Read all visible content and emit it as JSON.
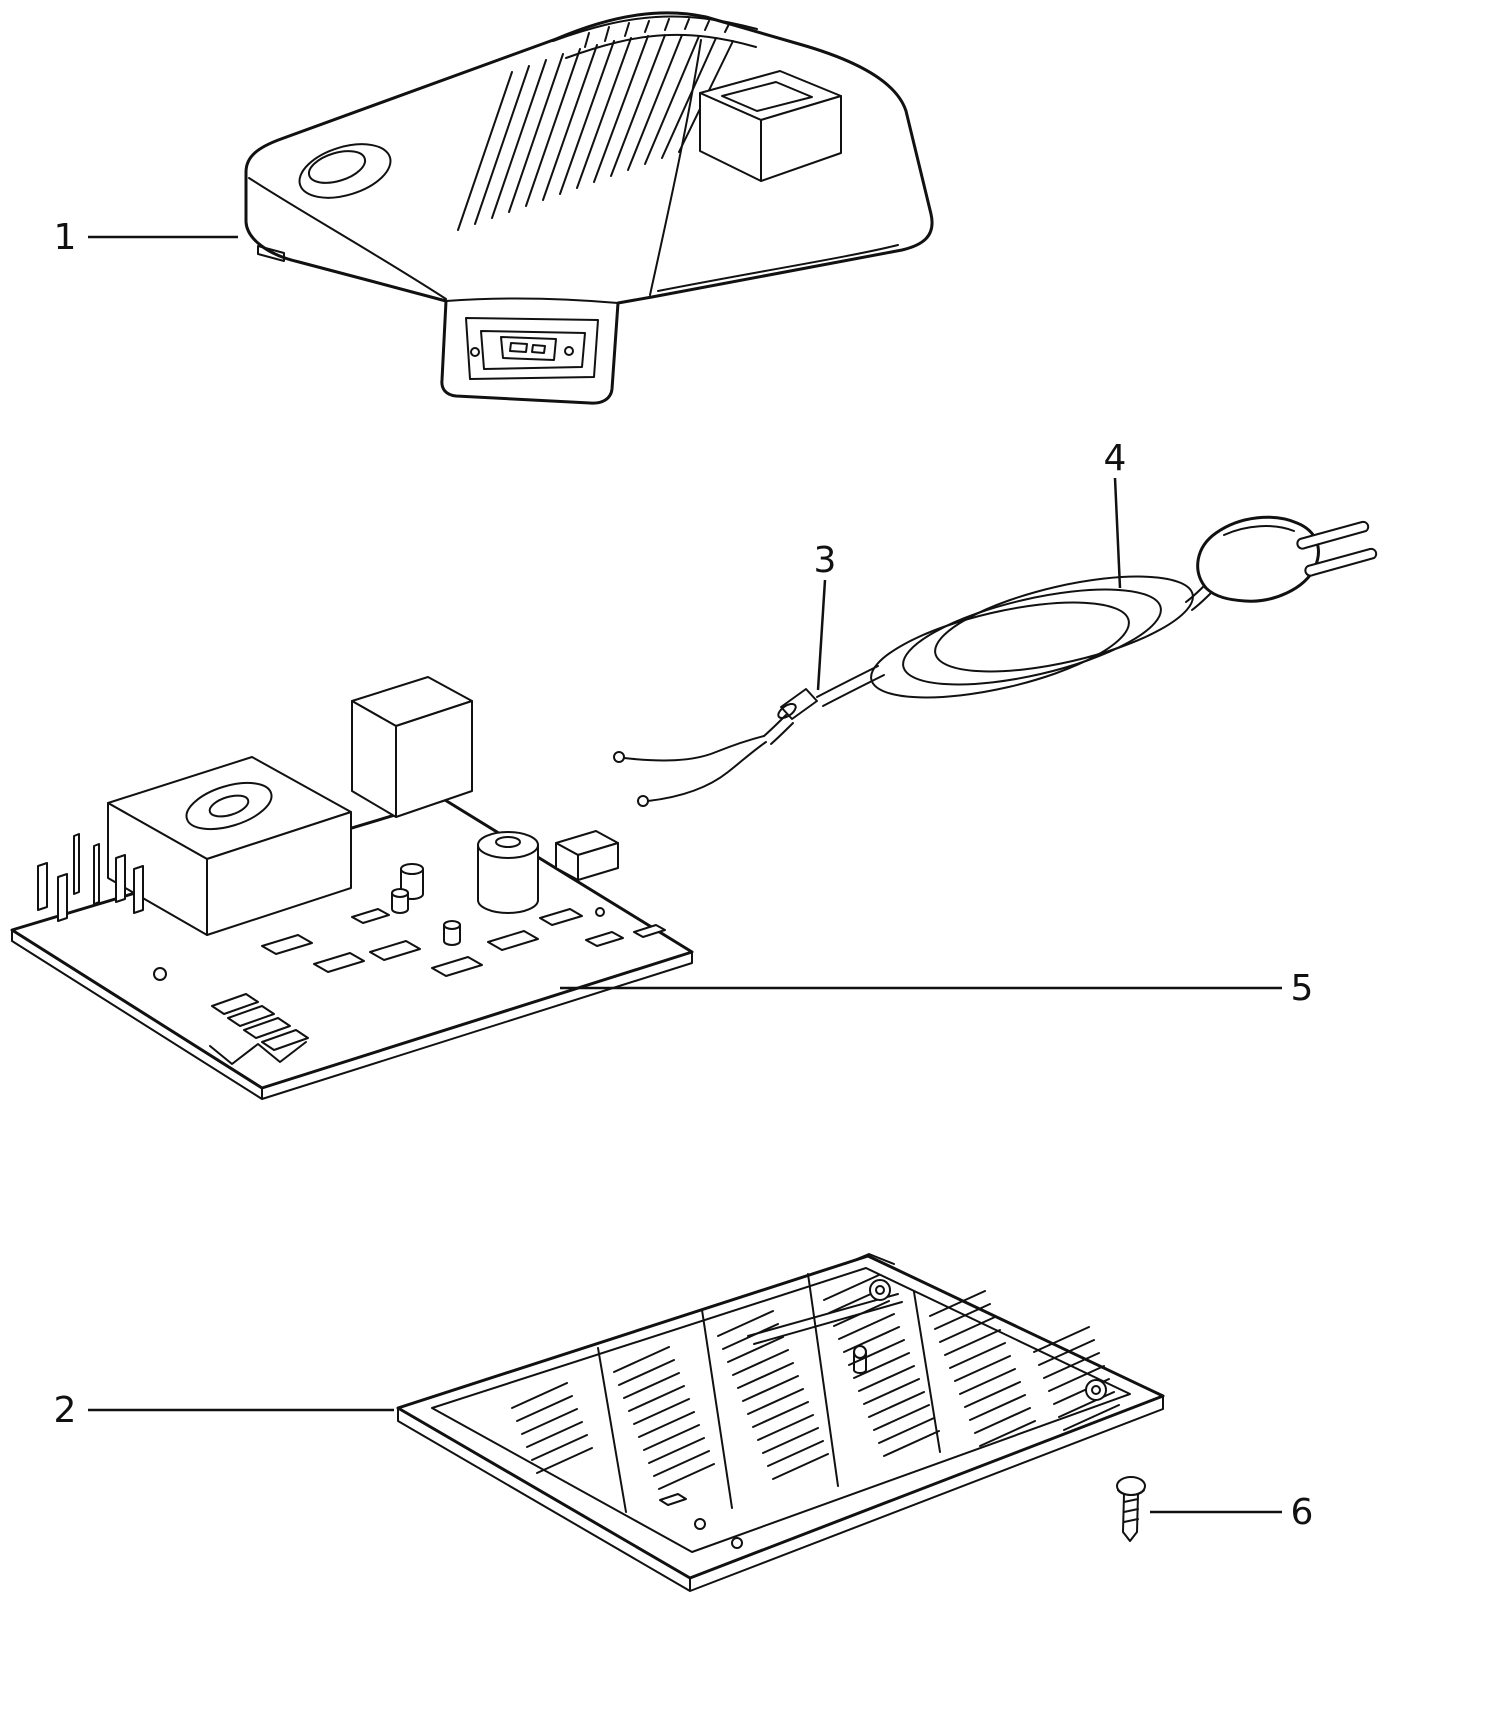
{
  "page": {
    "background": "#ffffff",
    "ink": "#111111"
  },
  "diagram": {
    "kind": "exploded-parts-diagram",
    "callouts": [
      {
        "number": "1",
        "part": "top-housing"
      },
      {
        "number": "2",
        "part": "bottom-housing"
      },
      {
        "number": "3",
        "part": "cable-sleeve"
      },
      {
        "number": "4",
        "part": "power-cord-with-plug"
      },
      {
        "number": "5",
        "part": "circuit-board"
      },
      {
        "number": "6",
        "part": "screw"
      }
    ]
  }
}
